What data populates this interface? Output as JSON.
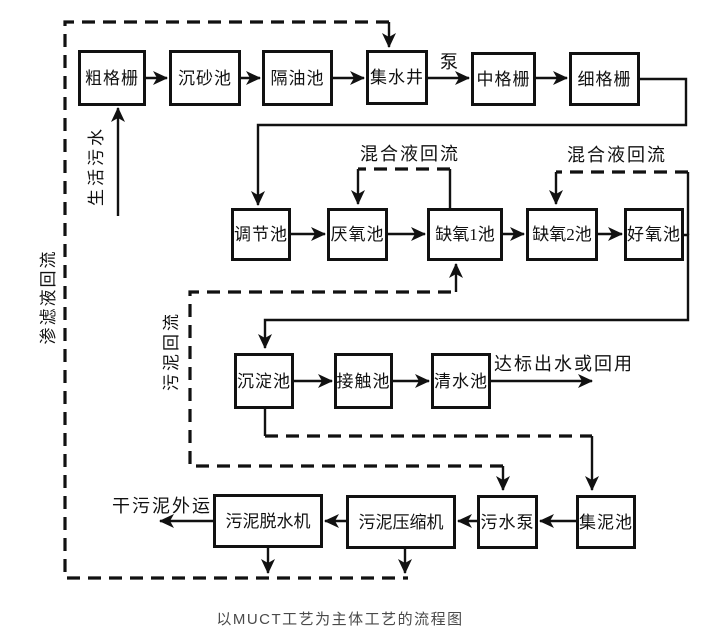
{
  "diagram": {
    "caption": "以MUCT工艺为主体工艺的流程图",
    "line_color": "#111111",
    "caption_color": "#4a4a4a",
    "nodes": {
      "coarse_screen": {
        "label": "粗格栅"
      },
      "grit_chamber": {
        "label": "沉砂池"
      },
      "oil_separator": {
        "label": "隔油池"
      },
      "collection_well": {
        "label": "集水井"
      },
      "medium_screen": {
        "label": "中格栅"
      },
      "fine_screen": {
        "label": "细格栅"
      },
      "regulating_tank": {
        "label": "调节池"
      },
      "anaerobic_tank": {
        "label": "厌氧池"
      },
      "anoxic_tank_1": {
        "label": "缺氧1池"
      },
      "anoxic_tank_2": {
        "label": "缺氧2池"
      },
      "aerobic_tank": {
        "label": "好氧池"
      },
      "sedimentation_tank": {
        "label": "沉淀池"
      },
      "contact_tank": {
        "label": "接触池"
      },
      "clear_water_tank": {
        "label": "清水池"
      },
      "sludge_dewaterer": {
        "label": "污泥脱水机"
      },
      "sludge_compressor": {
        "label": "污泥压缩机"
      },
      "sewage_pump": {
        "label": "污水泵"
      },
      "sludge_collection_tank": {
        "label": "集泥池"
      }
    },
    "flow_labels": {
      "pump": "泵",
      "mixed_liquor_recycle_1": "混合液回流",
      "mixed_liquor_recycle_2": "混合液回流",
      "effluent": "达标出水或回用",
      "dry_sludge_out": "干污泥外运",
      "domestic_sewage": "生活污水",
      "leachate_return": "渗滤液回流",
      "sludge_return": "污泥回流"
    }
  }
}
